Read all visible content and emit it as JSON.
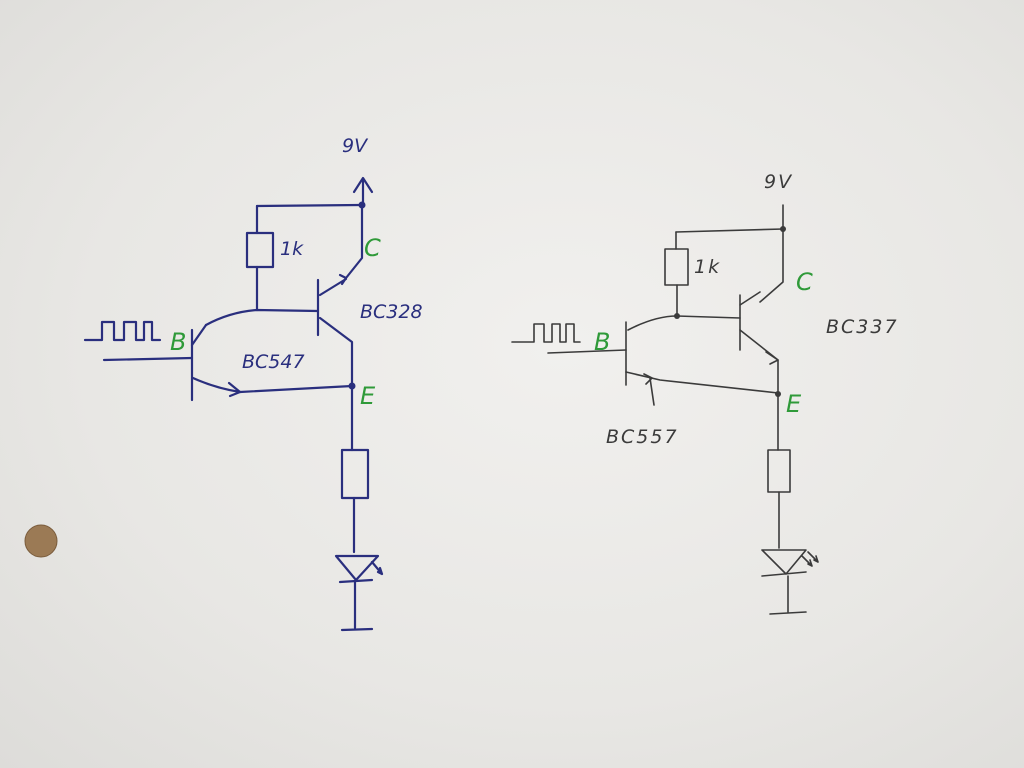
{
  "left_circuit": {
    "supply": "9V",
    "resistor": "1k",
    "transistor_top": "BC328",
    "transistor_bottom": "BC547",
    "terminal_b": "B",
    "terminal_c": "C",
    "terminal_e": "E"
  },
  "right_circuit": {
    "supply": "9V",
    "resistor": "1k",
    "transistor_top": "BC337",
    "transistor_bottom": "BC557",
    "terminal_b": "B",
    "terminal_c": "C",
    "terminal_e": "E"
  },
  "colors": {
    "left_ink": "#2a2f7e",
    "right_ink": "#3b3b3b",
    "terminal_labels": "#2f9a39",
    "hole": "#9b7a55"
  }
}
